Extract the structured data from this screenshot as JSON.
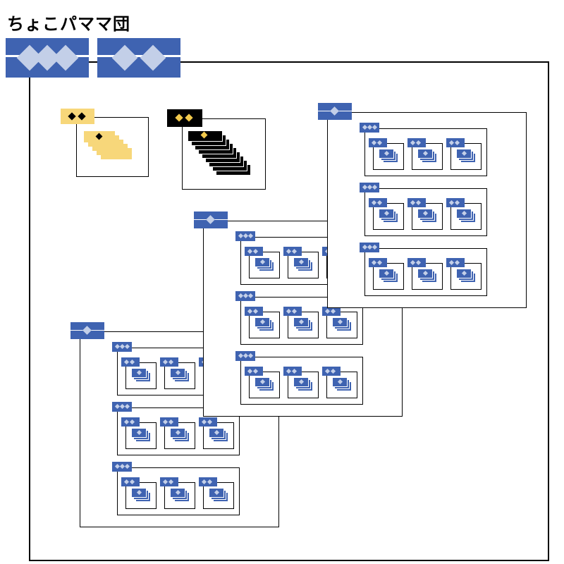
{
  "title": "ちょこパママ団",
  "colors": {
    "primary_blue": "#3f63b1",
    "light_diamond": "#c3cfe8",
    "yellow": "#f7d77a",
    "gold_diamond": "#f2c94c",
    "black": "#000000",
    "outline": "#000000"
  },
  "header_badges": [
    {
      "diamonds": 3,
      "icon": "three-diamond-badge"
    },
    {
      "diamonds": 2,
      "icon": "two-diamond-badge"
    }
  ],
  "small_groups": [
    {
      "color": "yellow",
      "diamonds": 2,
      "stacked_cards": 5
    },
    {
      "color": "black",
      "diamonds": 2,
      "stacked_cards": 9
    }
  ],
  "large_groups": [
    {
      "name": "group-a",
      "rows": 3,
      "cells_per_row": 3,
      "stacked_cards": 3
    },
    {
      "name": "group-b",
      "rows": 3,
      "cells_per_row": 3,
      "stacked_cards": 3
    },
    {
      "name": "group-c",
      "rows": 3,
      "cells_per_row": 3,
      "stacked_cards": 3
    }
  ]
}
